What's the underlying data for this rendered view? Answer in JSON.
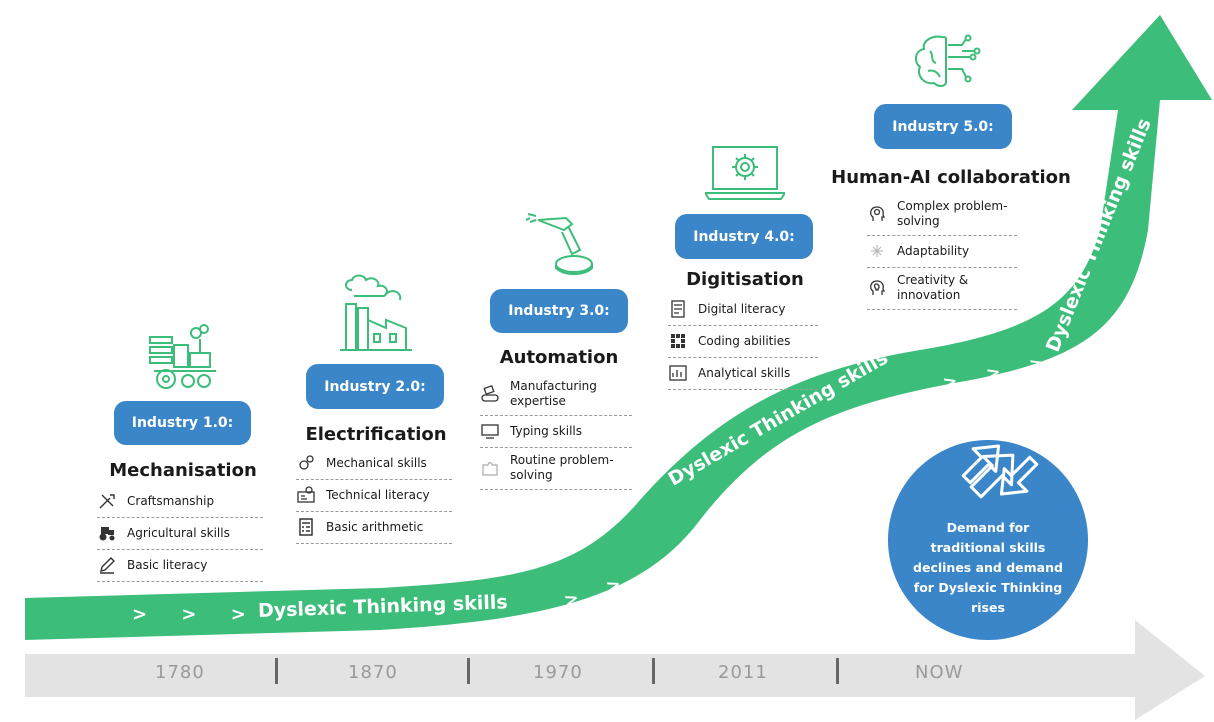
{
  "eras": [
    {
      "label": "Industry 1.0:",
      "title": "Mechanisation",
      "icon": "tractor-machine-icon",
      "skills": [
        {
          "text": "Craftsmanship",
          "icon": "tools-icon"
        },
        {
          "text": "Agricultural skills",
          "icon": "tractor-icon"
        },
        {
          "text": "Basic literacy",
          "icon": "pencil-icon"
        }
      ]
    },
    {
      "label": "Industry 2.0:",
      "title": "Electrification",
      "icon": "factory-icon",
      "skills": [
        {
          "text": "Mechanical skills",
          "icon": "gears-icon"
        },
        {
          "text": "Technical literacy",
          "icon": "machine-icon"
        },
        {
          "text": "Basic arithmetic",
          "icon": "calculator-icon"
        }
      ]
    },
    {
      "label": "Industry 3.0:",
      "title": "Automation",
      "icon": "robot-arm-icon",
      "skills": [
        {
          "text": "Manufacturing expertise",
          "icon": "conveyor-icon"
        },
        {
          "text": "Typing skills",
          "icon": "keyboard-icon"
        },
        {
          "text": "Routine problem-solving",
          "icon": "puzzle-icon"
        }
      ]
    },
    {
      "label": "Industry 4.0:",
      "title": "Digitisation",
      "icon": "laptop-gear-icon",
      "skills": [
        {
          "text": "Digital literacy",
          "icon": "document-icon"
        },
        {
          "text": "Coding abilities",
          "icon": "code-icon"
        },
        {
          "text": "Analytical skills",
          "icon": "chart-icon"
        }
      ]
    },
    {
      "label": "Industry 5.0:",
      "title": "Human-AI collaboration",
      "icon": "brain-circuit-icon",
      "skills": [
        {
          "text": "Complex problem-solving",
          "icon": "head-gear-icon"
        },
        {
          "text": "Adaptability",
          "icon": "adapt-icon"
        },
        {
          "text": "Creativity & innovation",
          "icon": "head-bulb-icon"
        }
      ]
    }
  ],
  "arrow": {
    "chevrons": "> > >",
    "label": "Dyslexic Thinking skills"
  },
  "timeline": [
    "1780",
    "1870",
    "1970",
    "2011",
    "NOW"
  ],
  "callout": {
    "text": "Demand for traditional skills declines and demand for Dyslexic Thinking rises"
  },
  "colors": {
    "green": "#3dbd7a",
    "blue": "#3a86c8",
    "grey": "#e3e3e3",
    "icon": "#3dbd7a"
  }
}
